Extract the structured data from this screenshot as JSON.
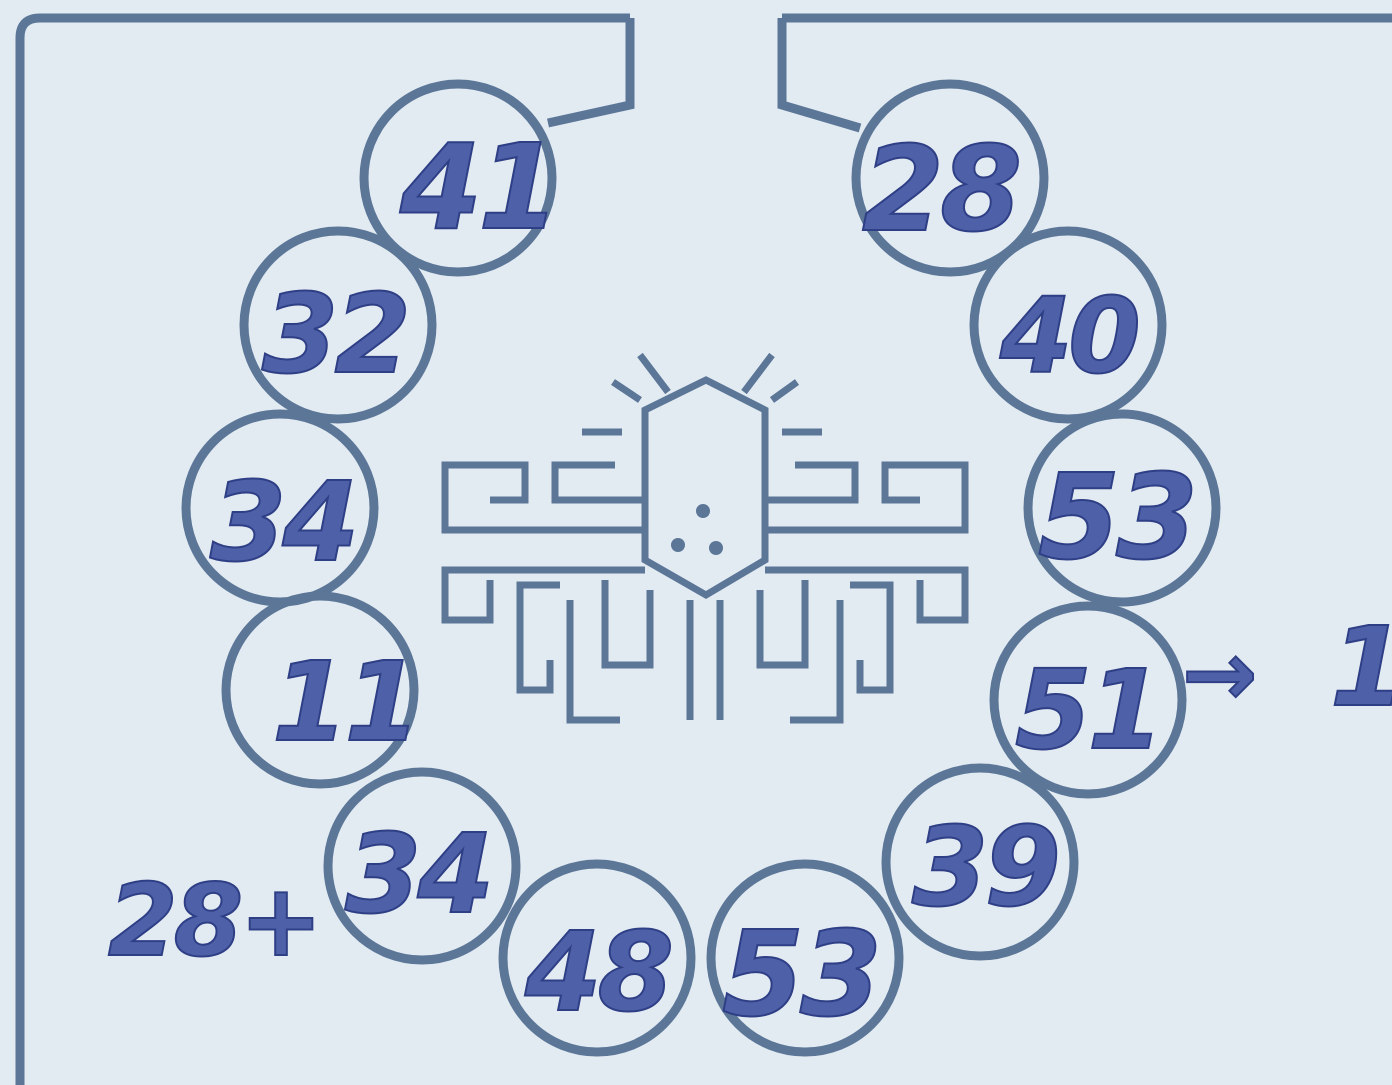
{
  "colors": {
    "paper": "#e3ebf2",
    "print_lines": "#5b7697",
    "ink": "#4d60a8"
  },
  "center_icon": "mesoamerican-glyph-icon",
  "circles": [
    {
      "id": "c41",
      "label": "41"
    },
    {
      "id": "c32",
      "label": "32"
    },
    {
      "id": "c34",
      "label": "34"
    },
    {
      "id": "c11",
      "label": "11"
    },
    {
      "id": "c34b",
      "label": "34"
    },
    {
      "id": "c48",
      "label": "48"
    },
    {
      "id": "c53b",
      "label": "53"
    },
    {
      "id": "c39",
      "label": "39"
    },
    {
      "id": "c51",
      "label": "51"
    },
    {
      "id": "c53",
      "label": "53"
    },
    {
      "id": "c40",
      "label": "40"
    },
    {
      "id": "c28",
      "label": "28"
    }
  ],
  "annotations": {
    "left_note": "28+",
    "right_arrow": "→",
    "right_note": "1"
  }
}
